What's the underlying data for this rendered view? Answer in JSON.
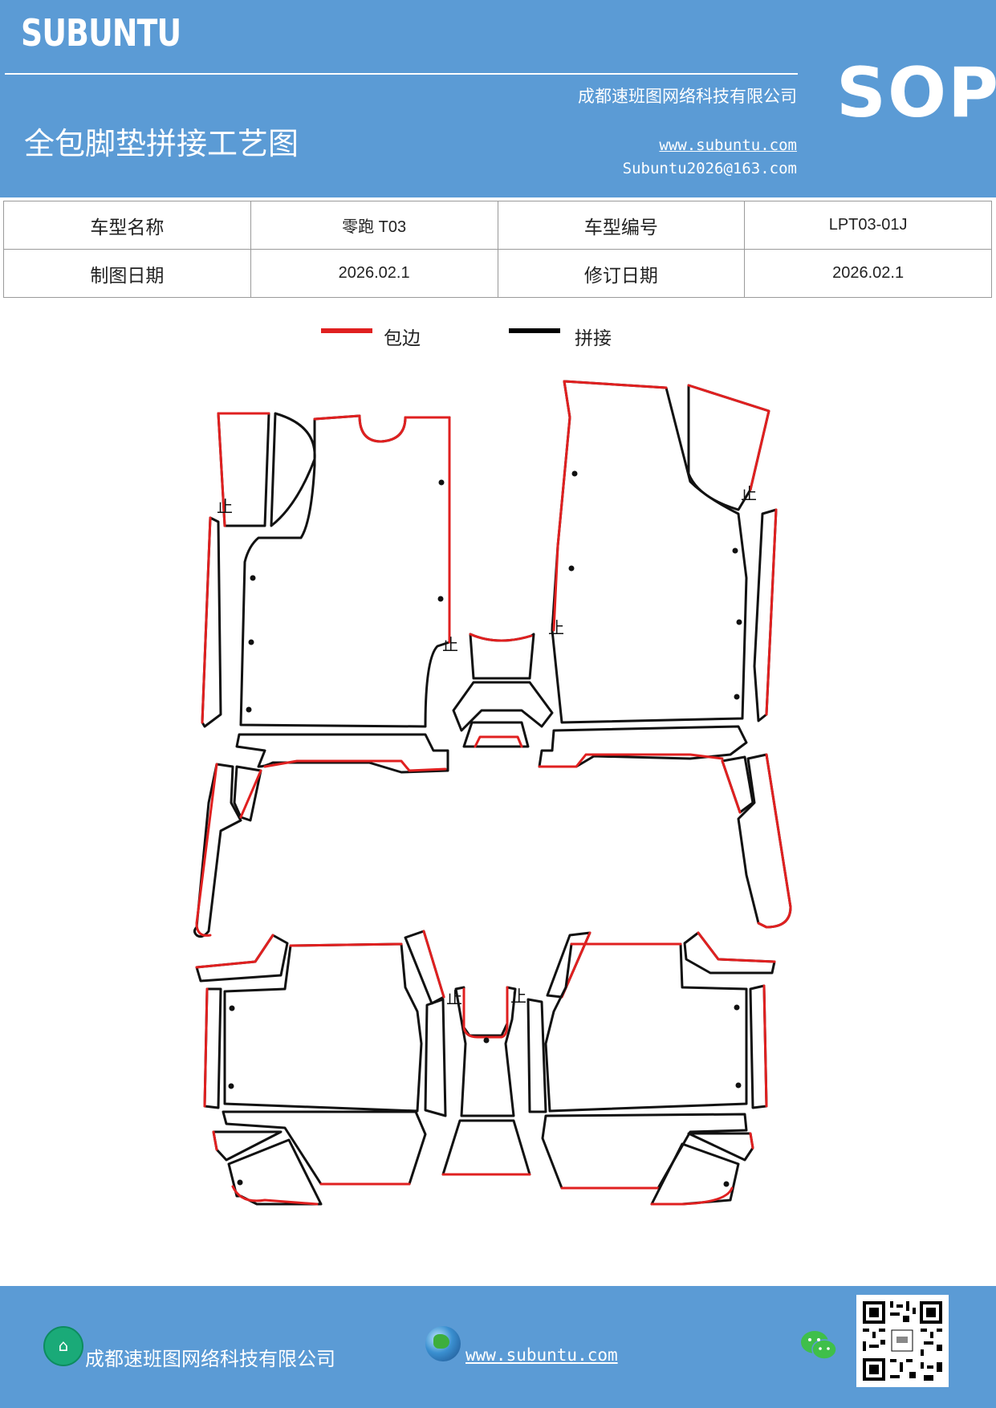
{
  "header": {
    "brand": "SUBUNTU",
    "company": "成都速班图网络科技有限公司",
    "title": "全包脚垫拼接工艺图",
    "url": "www.subuntu.com",
    "email": "Subuntu2026@163.com",
    "badge": "SOP",
    "color": "#5b9bd5"
  },
  "info_table": {
    "rows": [
      {
        "label1": "车型名称",
        "value1": "零跑 T03",
        "label2": "车型编号",
        "value2": "LPT03-01J"
      },
      {
        "label1": "制图日期",
        "value1": "2026.02.1",
        "label2": "修订日期",
        "value2": "2026.02.1"
      }
    ]
  },
  "legend": {
    "items": [
      {
        "label": "包边",
        "color": "#e02020"
      },
      {
        "label": "拼接",
        "color": "#000000"
      }
    ]
  },
  "diagram": {
    "seam_mark": "止",
    "edge_color": "#e02020",
    "join_color": "#111111"
  },
  "footer": {
    "company": "成都速班图网络科技有限公司",
    "url": "www.subuntu.com",
    "icons": [
      "building-icon",
      "globe-icon",
      "wechat-icon",
      "qr-code"
    ]
  }
}
